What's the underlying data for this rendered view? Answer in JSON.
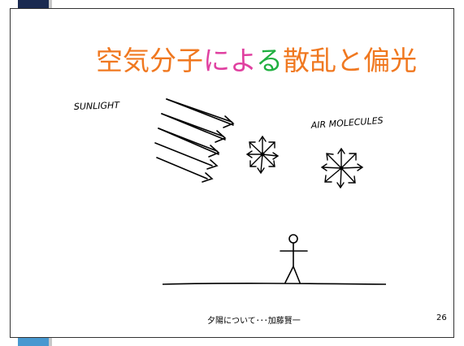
{
  "slide": {
    "title_segments": [
      {
        "text": "空気分子",
        "color": "#f07820"
      },
      {
        "text": "によ",
        "color": "#e040a0"
      },
      {
        "text": "る",
        "color": "#20b040"
      },
      {
        "text": "散乱と偏光",
        "color": "#f07820"
      }
    ],
    "labels": {
      "sunlight": "SUNLIGHT",
      "air_molecules": "AIR MOLECULES"
    },
    "footer": {
      "center_text": "夕陽について･･･加藤賢一",
      "page_number": "26"
    },
    "stripe_colors": [
      "#1a2a50",
      "#ffffff",
      "#2e86c8",
      "#0a1a3a",
      "#d8e8b0",
      "#1e6fb0",
      "#0a0a2a",
      "#8cc8e8",
      "#103060",
      "#e8f0c0",
      "#0a0a0a",
      "#5aa8d8",
      "#0e2a5a",
      "#b0d8f0",
      "#0a1a30",
      "#3090d0",
      "#e0eec0",
      "#0a0a1a",
      "#70b8e0",
      "#143a70",
      "#0a0a0a",
      "#2070b8",
      "#c8e0a8",
      "#0a1028",
      "#4898d0"
    ]
  }
}
